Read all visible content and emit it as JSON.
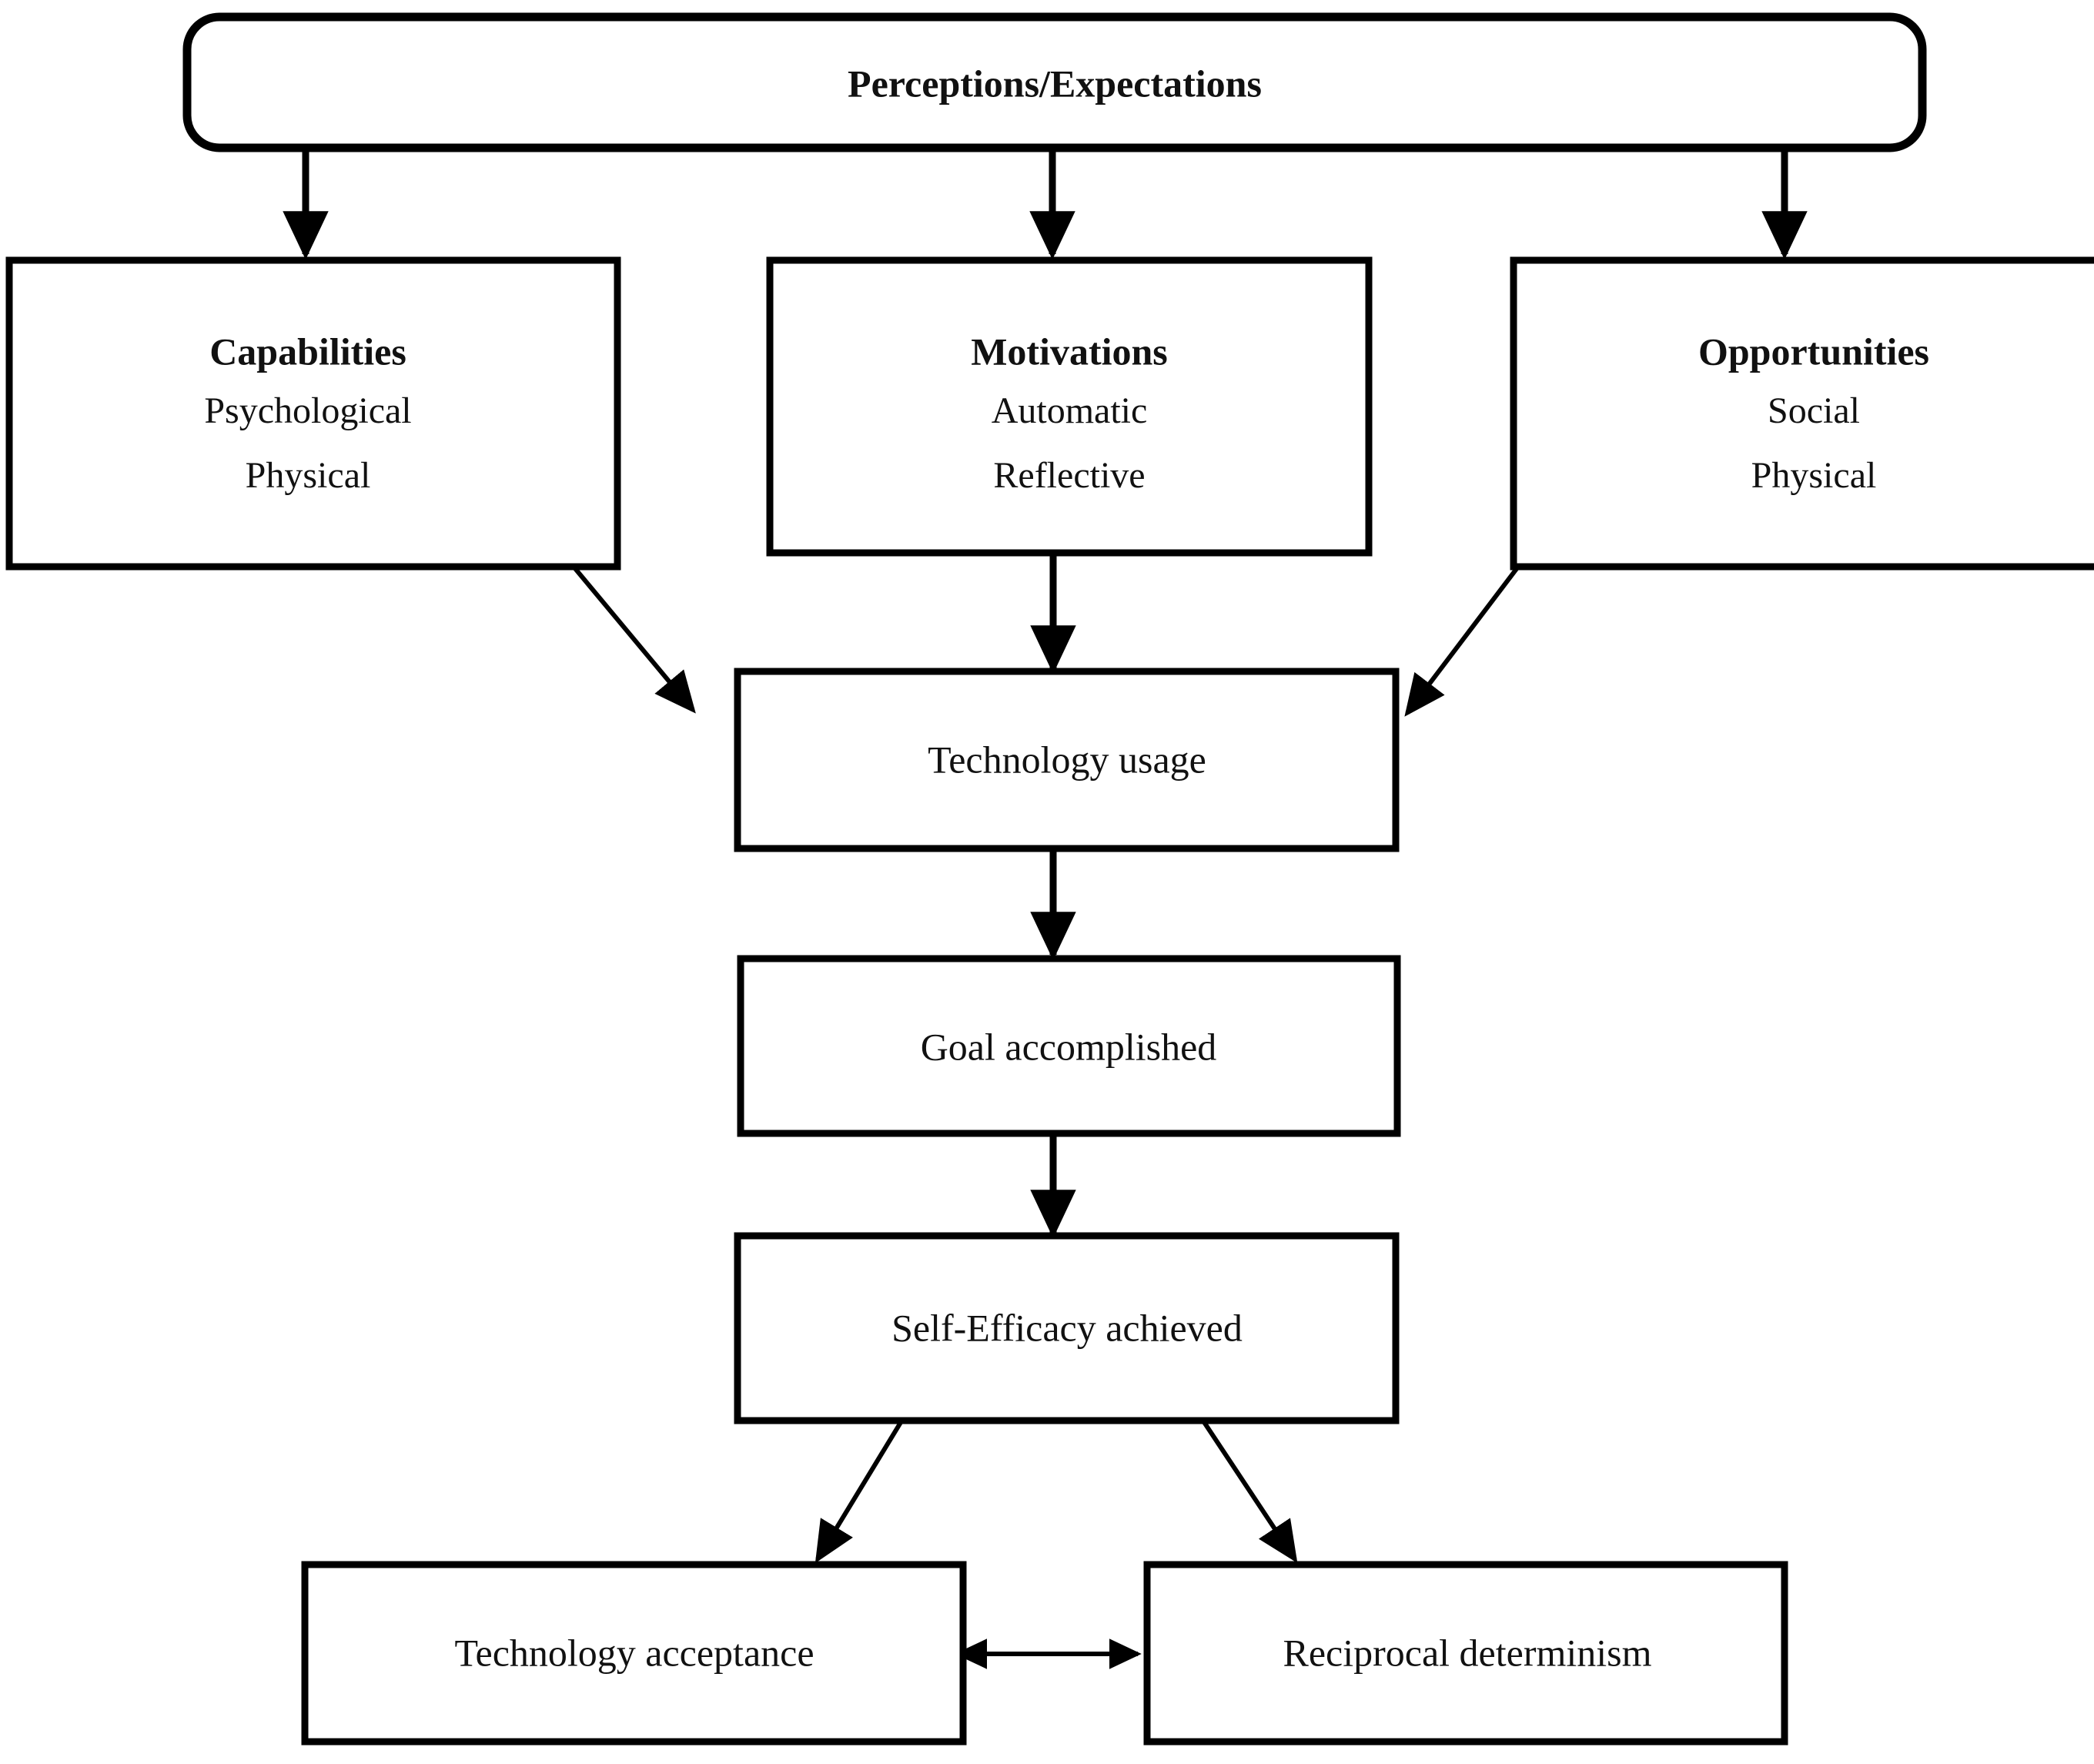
{
  "diagram": {
    "type": "flowchart",
    "title_node": {
      "id": "perceptions",
      "label": "Perceptions/Expectations",
      "shape": "rounded-rectangle",
      "bold": true
    },
    "com_b_nodes": [
      {
        "id": "capabilities",
        "heading": "Capabilities",
        "line2": "Psychological",
        "line3": "Physical"
      },
      {
        "id": "motivations",
        "heading": "Motivations",
        "line2": "Automatic",
        "line3": "Reflective"
      },
      {
        "id": "opportunities",
        "heading": "Opportunities",
        "line2": "Social",
        "line3": "Physical"
      }
    ],
    "chain_nodes": [
      {
        "id": "technology-usage",
        "label": "Technology usage"
      },
      {
        "id": "goal-accomplished",
        "label": "Goal accomplished"
      },
      {
        "id": "self-efficacy",
        "label": "Self-Efficacy achieved"
      }
    ],
    "outcome_nodes": [
      {
        "id": "technology-acceptance",
        "label": "Technology acceptance"
      },
      {
        "id": "reciprocal-determinism",
        "label": "Reciprocal determinism"
      }
    ],
    "edges": [
      {
        "from": "perceptions",
        "to": "capabilities",
        "style": "arrow-down"
      },
      {
        "from": "perceptions",
        "to": "motivations",
        "style": "arrow-down"
      },
      {
        "from": "perceptions",
        "to": "opportunities",
        "style": "arrow-down"
      },
      {
        "from": "capabilities",
        "to": "technology-usage",
        "style": "arrow-diagonal"
      },
      {
        "from": "motivations",
        "to": "technology-usage",
        "style": "arrow-down"
      },
      {
        "from": "opportunities",
        "to": "technology-usage",
        "style": "arrow-diagonal"
      },
      {
        "from": "technology-usage",
        "to": "goal-accomplished",
        "style": "arrow-down"
      },
      {
        "from": "goal-accomplished",
        "to": "self-efficacy",
        "style": "arrow-down"
      },
      {
        "from": "self-efficacy",
        "to": "technology-acceptance",
        "style": "arrow-diagonal"
      },
      {
        "from": "self-efficacy",
        "to": "reciprocal-determinism",
        "style": "arrow-diagonal"
      },
      {
        "from": "technology-acceptance",
        "to": "reciprocal-determinism",
        "style": "arrow-double-horizontal"
      }
    ],
    "colors": {
      "stroke": "#000000",
      "fill": "#ffffff",
      "text": "#111111"
    }
  }
}
